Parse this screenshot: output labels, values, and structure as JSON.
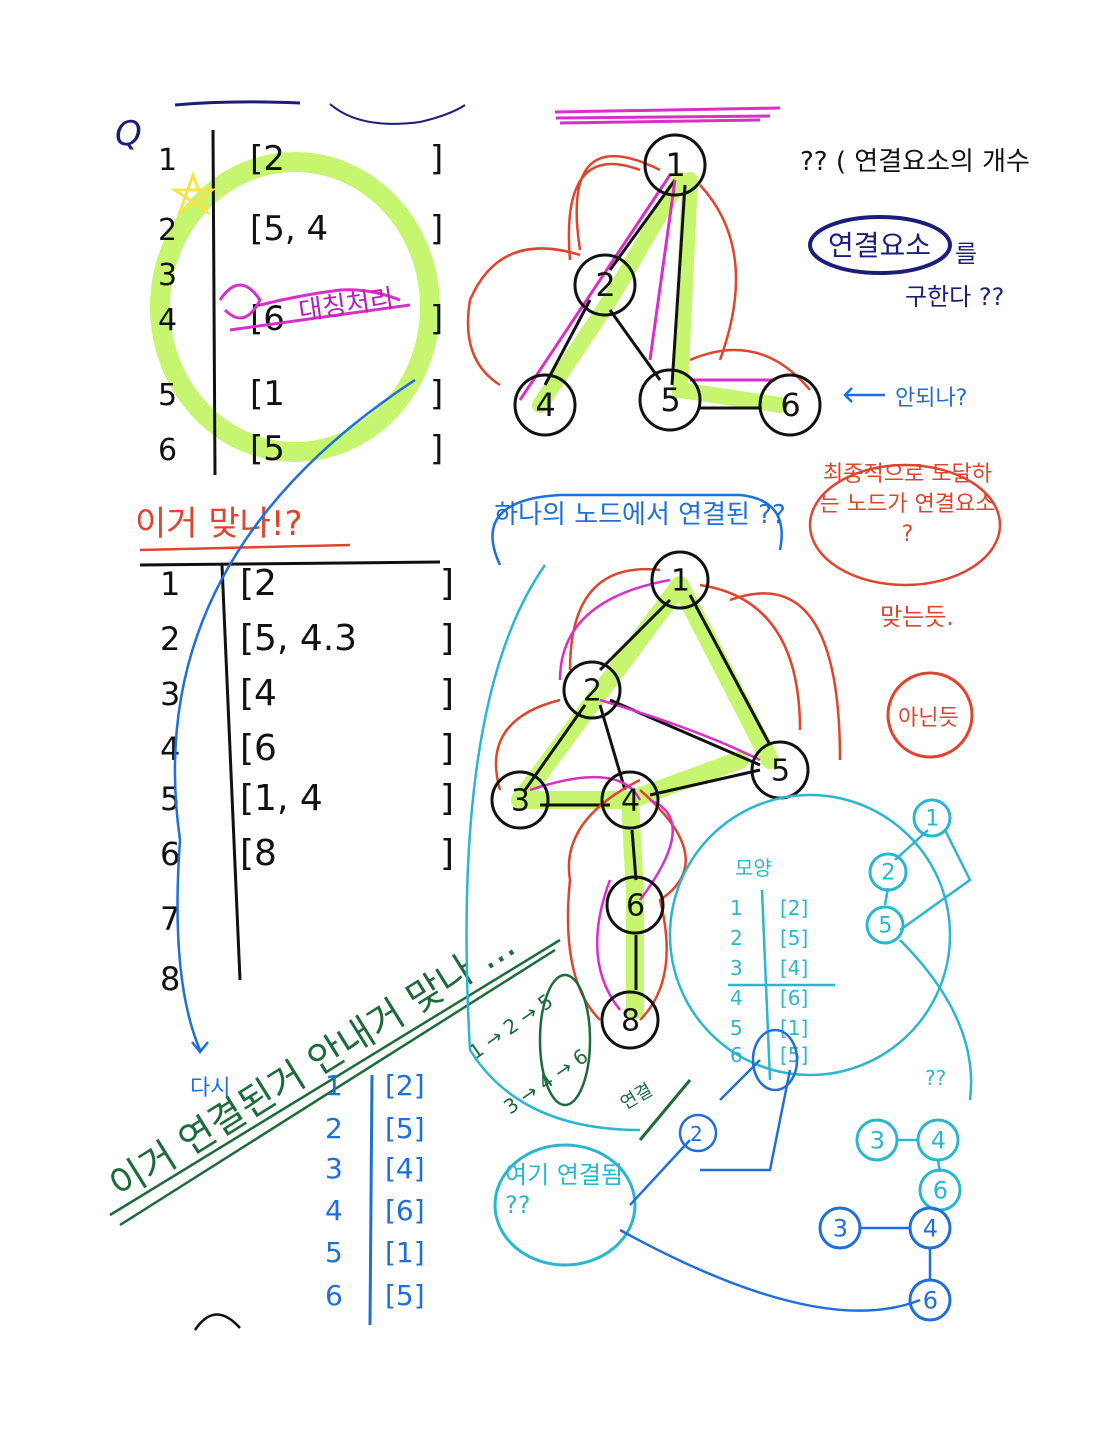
{
  "colors": {
    "black": "#111111",
    "highlight": "#c6f56f",
    "red": "#e0442c",
    "magenta": "#d92fc8",
    "blue": "#1e6fd9",
    "navy": "#1b1d7a",
    "cyan": "#2bb6cf",
    "darkgreen": "#1e6b3a",
    "yellow": "#f2e64a"
  },
  "notes": {
    "q_label": "Q",
    "top_right_q1": "?? ( 연결요소의 개수",
    "top_right_q2": "연결요소",
    "top_right_q3": "를",
    "top_right_q4": "구한다 ??",
    "why": "안되나?",
    "right_note": "최종적으로 도달하는 노드가 연결요소 ?",
    "right_note2": "맞는듯.",
    "right_note3": "아닌듯",
    "graph2_note": "하나의 노드에서 연결된 ??",
    "left_mid_title": "이거 맞나!?",
    "retry": "다시",
    "diag_text": "이거 연결된거 안내거 맞나 ...",
    "chain1": "1 → 2 → 5",
    "chain2": "3 → 4 → 6",
    "chain3": "연결",
    "bottom_note": "여기 연결됨 ??",
    "right_qq": "??"
  },
  "table1": {
    "rows": [
      {
        "i": "1",
        "v": "[2",
        "close": "]"
      },
      {
        "i": "2",
        "v": "[5, 4",
        "close": "]"
      },
      {
        "i": "3",
        "v": "",
        "close": ""
      },
      {
        "i": "4",
        "v": "[6",
        "close": "]"
      },
      {
        "i": "5",
        "v": "[1",
        "close": "]"
      },
      {
        "i": "6",
        "v": "[5",
        "close": "]"
      }
    ]
  },
  "table2": {
    "rows": [
      {
        "i": "1",
        "v": "[2",
        "close": "]"
      },
      {
        "i": "2",
        "v": "[5, 4.3",
        "close": "]"
      },
      {
        "i": "3",
        "v": "[4",
        "close": "]"
      },
      {
        "i": "4",
        "v": "[6",
        "close": "]"
      },
      {
        "i": "5",
        "v": "[1, 4",
        "close": "]"
      },
      {
        "i": "6",
        "v": "[8",
        "close": "]"
      },
      {
        "i": "7",
        "v": "",
        "close": ""
      },
      {
        "i": "8",
        "v": "",
        "close": ""
      }
    ]
  },
  "table3": {
    "rows": [
      {
        "i": "1",
        "v": "[2]"
      },
      {
        "i": "2",
        "v": "[5]"
      },
      {
        "i": "3",
        "v": "[4]"
      },
      {
        "i": "4",
        "v": "[6]"
      },
      {
        "i": "5",
        "v": "[1]"
      },
      {
        "i": "6",
        "v": "[5]"
      }
    ]
  },
  "table4": {
    "title": "모양",
    "rows": [
      {
        "i": "1",
        "v": "[2]"
      },
      {
        "i": "2",
        "v": "[5]"
      },
      {
        "i": "3",
        "v": "[4]"
      },
      {
        "i": "4",
        "v": "[6]"
      },
      {
        "i": "5",
        "v": "[1]"
      },
      {
        "i": "6",
        "v": "[5]"
      }
    ]
  },
  "graph1": {
    "nodes": [
      "1",
      "2",
      "4",
      "5",
      "6"
    ]
  },
  "graph2": {
    "nodes": [
      "1",
      "2",
      "5",
      "3",
      "4",
      "6",
      "8"
    ]
  },
  "graph3": {
    "nodes": [
      "1",
      "2",
      "5"
    ]
  },
  "graph4": {
    "nodes": [
      "3",
      "4",
      "6",
      "3",
      "4",
      "6"
    ]
  }
}
